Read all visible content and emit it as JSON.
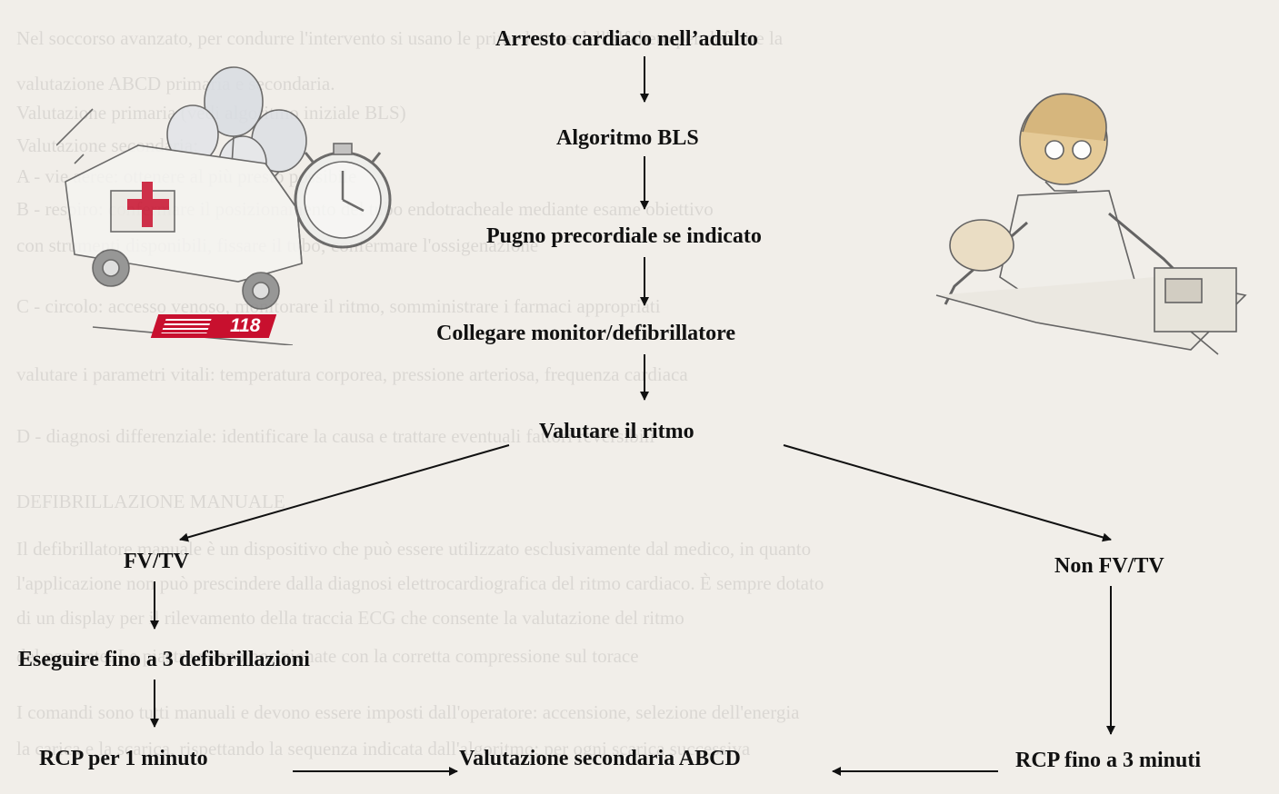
{
  "background_text": [
    "Nel soccorso avanzato, per condurre l'intervento si usano le prime lettere dell'alfabeto per definire la",
    "valutazione ABCD primaria e secondaria.",
    "Valutazione primaria (vedi algoritmo iniziale BLS)",
    "Valutazione secondaria:",
    "A - vie aeree: ottenere al più presto possibile",
    "B - respiro: confermare il posizionamento del tubo endotracheale mediante esame obiettivo",
    "con strumenti disponibili, fissare il tubo; confermare l'ossigenazione",
    "C - circolo: accesso venoso, monitorare il ritmo, somministrare i farmaci appropriati",
    "valutare i parametri vitali: temperatura corporea, pressione arteriosa, frequenza cardiaca",
    "D - diagnosi differenziale: identificare la causa e trattare eventuali fattori reversibili",
    "DEFIBRILLAZIONE MANUALE",
    "Il defibrillatore manuale è un dispositivo che può essere utilizzato esclusivamente dal medico, in quanto",
    "l'applicazione non può prescindere dalla diagnosi elettrocardiografica del ritmo cardiaco. È sempre dotato",
    "di un display per il rilevamento della traccia ECG che consente la valutazione del ritmo",
    "del paziente. Le piastre vanno posizionate con la corretta compressione sul torace",
    "I comandi sono tutti manuali e devono essere imposti dall'operatore: accensione, selezione dell'energia",
    "la carica e la scarica, rispettando la sequenza indicata dall'algoritmo; per ogni scarica successiva"
  ],
  "flowchart": {
    "title": "Arresto cardiaco nell’adulto",
    "step_bls": "Algoritmo BLS",
    "step_pugno": "Pugno precordiale se indicato",
    "step_monitor": "Collegare monitor/defibrillatore",
    "step_ritmo": "Valutare il ritmo",
    "branch_fvtv": "FV/TV",
    "branch_non_fvtv": "Non FV/TV",
    "step_defib": "Eseguire fino a 3 defibrillazioni",
    "step_rcp_1min": "RCP per 1 minuto",
    "step_valutazione": "Valutazione secondaria ABCD",
    "step_rcp_3min": "RCP fino a 3 minuti"
  },
  "illustrations": {
    "ambulance_badge": "118",
    "left_illustration": "ambulance-clock-illustration",
    "right_illustration": "rescuer-patient-illustration"
  },
  "colors": {
    "background": "#f1eee9",
    "text": "#111111",
    "badge_red": "#c8102e"
  }
}
